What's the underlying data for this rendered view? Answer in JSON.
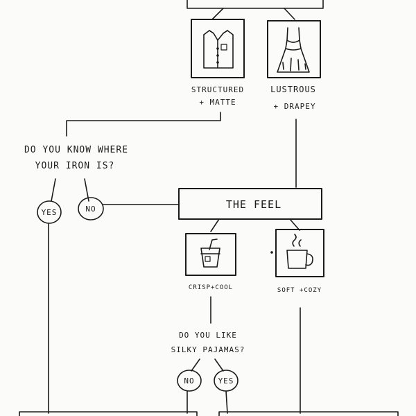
{
  "options": {
    "left_label": [
      "STRUCTURED",
      "+ MATTE"
    ],
    "right_label": [
      "LUSTROUS",
      "+ DRAPEY"
    ]
  },
  "question_iron": {
    "text": [
      "DO YOU KNOW WHERE",
      "YOUR IRON IS?"
    ],
    "yes": "YES",
    "no": "NO"
  },
  "feel_box": {
    "title": "THE FEEL"
  },
  "feel_options": {
    "left_label": "CRISP+COOL",
    "right_label": "SOFT +COZY"
  },
  "question_pajamas": {
    "text": [
      "DO YOU LIKE",
      "SILKY PAJAMAS?"
    ],
    "yes": "YES",
    "no": "NO"
  },
  "icons": {
    "left_top": "shirt-icon",
    "right_top": "dress-icon",
    "left_mid": "iced-drink-icon",
    "right_mid": "hot-mug-icon"
  },
  "colors": {
    "ink": "#1b1b1b",
    "paper": "#fbfbfa"
  }
}
